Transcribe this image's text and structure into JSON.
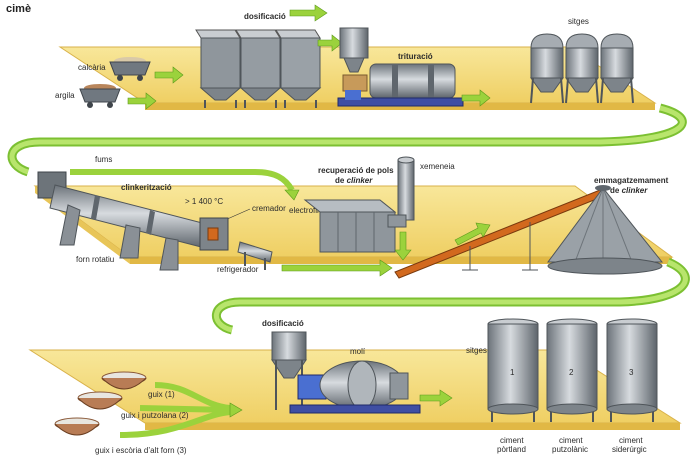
{
  "title": "cimè",
  "row1": {
    "calcaria": "calcària",
    "argila": "argila",
    "dosificacio": "dosificació",
    "trituracio": "trituració",
    "sitges": "sitges"
  },
  "row2": {
    "fums": "fums",
    "clinkeritzacio": "clinkerització",
    "temp": "> 1 400 °C",
    "cremador": "cremador",
    "forn_rotatiu": "forn rotatiu",
    "refrigerador": "refrigerador",
    "electrofiltre": "electrofiltre",
    "recuperacio_1": "recuperació de pols",
    "recuperacio_2_prefix": "de ",
    "recuperacio_2_italic": "clinker",
    "xemeneia": "xemeneia",
    "emmag_1": "emmagatzemament",
    "emmag_2_prefix": "de ",
    "emmag_2_italic": "clinker"
  },
  "row3": {
    "dosificacio": "dosificació",
    "moli": "molí",
    "sitges": "sitges",
    "guix1": "guix (1)",
    "guix2": "guix i putzolana (2)",
    "guix3": "guix i escòria d’alt forn (3)",
    "silo_numbers": [
      "1",
      "2",
      "3"
    ],
    "ciment1_a": "ciment",
    "ciment1_b": "pòrtland",
    "ciment2_a": "ciment",
    "ciment2_b": "putzolànic",
    "ciment3_a": "ciment",
    "ciment3_b": "siderúrgic"
  },
  "colors": {
    "platform": "#f3d97a",
    "platform_edge": "#d9b24a",
    "arrow": "#9bd23c",
    "arrow_edge": "#5b9a1a",
    "machine": "#9aa1a8",
    "machine_dark": "#5f666d",
    "belt": "#d2691e"
  }
}
